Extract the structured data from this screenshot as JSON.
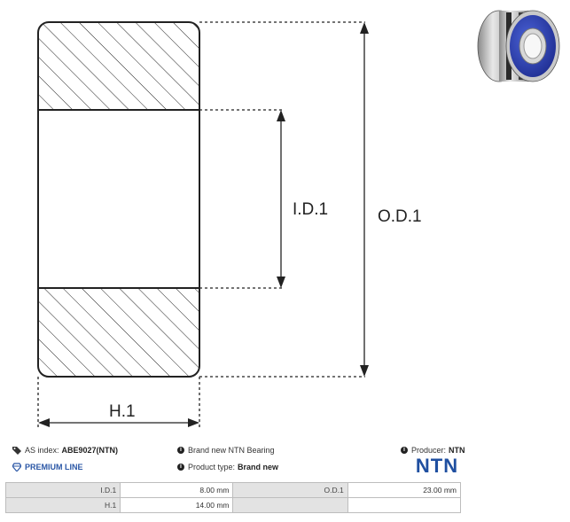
{
  "diagram": {
    "labels": {
      "inner_diameter": "I.D.1",
      "outer_diameter": "O.D.1",
      "height": "H.1"
    }
  },
  "product": {
    "as_index_label": "AS index:",
    "as_index_value": "ABE9027(NTN)",
    "premium_line": "PREMIUM LINE",
    "condition": "Brand new NTN Bearing",
    "product_type_label": "Product type:",
    "product_type_value": "Brand new",
    "producer_label": "Producer:",
    "producer_value": "NTN",
    "logo_text": "NTN"
  },
  "specs": [
    {
      "label": "I.D.1",
      "value": "8.00 mm",
      "label2": "O.D.1",
      "value2": "23.00 mm"
    },
    {
      "label": "H.1",
      "value": "14.00 mm",
      "label2": "",
      "value2": ""
    }
  ],
  "colors": {
    "premium": "#2b57a6",
    "logo": "#1f4fa0",
    "seal": "#2a3fb0"
  }
}
